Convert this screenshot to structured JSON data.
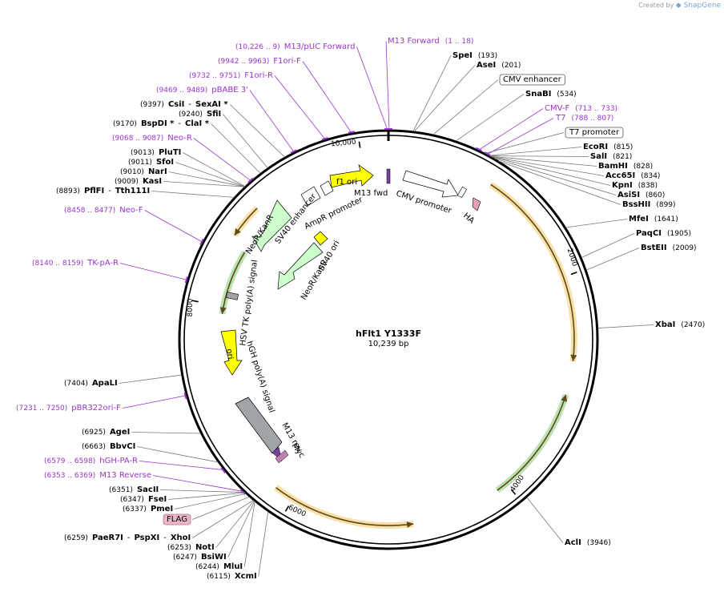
{
  "credit": {
    "prefix": "Created by",
    "brand": "SnapGene"
  },
  "plasmid": {
    "name": "hFlt1 Y1333F",
    "length": "10,239 bp",
    "total_bp": 10239
  },
  "ticks": [
    {
      "bp": 2000,
      "label": "2000"
    },
    {
      "bp": 4000,
      "label": "4000"
    },
    {
      "bp": 6000,
      "label": "6000"
    },
    {
      "bp": 8000,
      "label": "8000"
    },
    {
      "bp": 10000,
      "label": "10,000"
    }
  ],
  "labels": [
    {
      "id": "m13fwd-primer",
      "text": "M13 Forward",
      "coord": "(1 .. 18)",
      "type": "primer"
    },
    {
      "id": "m13puc",
      "text": "M13/pUC Forward",
      "coord": "(10,226 .. 9)",
      "type": "primer"
    },
    {
      "id": "f1ori-f",
      "text": "F1ori-F",
      "coord": "(9942 .. 9963)",
      "type": "primer"
    },
    {
      "id": "f1ori-r",
      "text": "F1ori-R",
      "coord": "(9732 .. 9751)",
      "type": "primer"
    },
    {
      "id": "pbabe3",
      "text": "pBABE 3'",
      "coord": "(9469 .. 9489)",
      "type": "primer"
    },
    {
      "id": "csii",
      "text": "CsiI",
      "text2": "SexAI *",
      "coord": "(9397)",
      "type": "site"
    },
    {
      "id": "sfii",
      "text": "SfiI",
      "coord": "(9240)",
      "type": "site"
    },
    {
      "id": "bspdi",
      "text": "BspDI *",
      "text2": "ClaI *",
      "coord": "(9170)",
      "type": "site"
    },
    {
      "id": "neo-r",
      "text": "Neo-R",
      "coord": "(9068 .. 9087)",
      "type": "primer"
    },
    {
      "id": "pluti",
      "text": "PluTI",
      "coord": "(9013)",
      "type": "site"
    },
    {
      "id": "sfoi",
      "text": "SfoI",
      "coord": "(9011)",
      "type": "site"
    },
    {
      "id": "nari",
      "text": "NarI",
      "coord": "(9010)",
      "type": "site"
    },
    {
      "id": "kasi",
      "text": "KasI",
      "coord": "(9009)",
      "type": "site"
    },
    {
      "id": "pflfi",
      "text": "PflFI",
      "text2": "Tth111I",
      "coord": "(8893)",
      "type": "site"
    },
    {
      "id": "neo-f",
      "text": "Neo-F",
      "coord": "(8458 .. 8477)",
      "type": "primer"
    },
    {
      "id": "tkpa",
      "text": "TK-pA-R",
      "coord": "(8140 .. 8159)",
      "type": "primer"
    },
    {
      "id": "apali",
      "text": "ApaLI",
      "coord": "(7404)",
      "type": "site"
    },
    {
      "id": "pbr322",
      "text": "pBR322ori-F",
      "coord": "(7231 .. 7250)",
      "type": "primer"
    },
    {
      "id": "agei",
      "text": "AgeI",
      "coord": "(6925)",
      "type": "site"
    },
    {
      "id": "bbvci",
      "text": "BbvCI",
      "coord": "(6663)",
      "type": "site"
    },
    {
      "id": "hghpa",
      "text": "hGH-PA-R",
      "coord": "(6579 .. 6598)",
      "type": "primer"
    },
    {
      "id": "m13rev",
      "text": "M13 Reverse",
      "coord": "(6353 .. 6369)",
      "type": "primer"
    },
    {
      "id": "sacii",
      "text": "SacII",
      "coord": "(6351)",
      "type": "site"
    },
    {
      "id": "fsei",
      "text": "FseI",
      "coord": "(6347)",
      "type": "site"
    },
    {
      "id": "pmei",
      "text": "PmeI",
      "coord": "(6337)",
      "type": "site"
    },
    {
      "id": "flag",
      "text": "FLAG",
      "type": "feature-box"
    },
    {
      "id": "paer7i",
      "text": "PaeR7I",
      "text2": "PspXI",
      "text3": "XhoI",
      "coord": "(6259)",
      "type": "site"
    },
    {
      "id": "noti",
      "text": "NotI",
      "coord": "(6253)",
      "type": "site"
    },
    {
      "id": "bsiwi",
      "text": "BsiWI",
      "coord": "(6247)",
      "type": "site"
    },
    {
      "id": "mlui",
      "text": "MluI",
      "coord": "(6244)",
      "type": "site"
    },
    {
      "id": "xcmi",
      "text": "XcmI",
      "coord": "(6115)",
      "type": "site"
    },
    {
      "id": "spei",
      "text": "SpeI",
      "coord": "(193)",
      "type": "site"
    },
    {
      "id": "asei",
      "text": "AseI",
      "coord": "(201)",
      "type": "site"
    },
    {
      "id": "cmvenh",
      "text": "CMV enhancer",
      "type": "feature-box"
    },
    {
      "id": "snabi",
      "text": "SnaBI",
      "coord": "(534)",
      "type": "site"
    },
    {
      "id": "cmvf",
      "text": "CMV-F",
      "coord": "(713 .. 733)",
      "type": "primer"
    },
    {
      "id": "t7",
      "text": "T7",
      "coord": "(788 .. 807)",
      "type": "primer"
    },
    {
      "id": "t7prom",
      "text": "T7 promoter",
      "type": "feature-box"
    },
    {
      "id": "ecori",
      "text": "EcoRI",
      "coord": "(815)",
      "type": "site"
    },
    {
      "id": "sali",
      "text": "SalI",
      "coord": "(821)",
      "type": "site"
    },
    {
      "id": "bamhi",
      "text": "BamHI",
      "coord": "(828)",
      "type": "site"
    },
    {
      "id": "acc65i",
      "text": "Acc65I",
      "coord": "(834)",
      "type": "site"
    },
    {
      "id": "kpni",
      "text": "KpnI",
      "coord": "(838)",
      "type": "site"
    },
    {
      "id": "asisi",
      "text": "AsiSI",
      "coord": "(860)",
      "type": "site"
    },
    {
      "id": "bsshii",
      "text": "BssHII",
      "coord": "(899)",
      "type": "site"
    },
    {
      "id": "mfei",
      "text": "MfeI",
      "coord": "(1641)",
      "type": "site"
    },
    {
      "id": "paqci",
      "text": "PaqCI",
      "coord": "(1905)",
      "type": "site"
    },
    {
      "id": "bsteii",
      "text": "BstEII",
      "coord": "(2009)",
      "type": "site"
    },
    {
      "id": "xbai",
      "text": "XbaI",
      "coord": "(2470)",
      "type": "site"
    },
    {
      "id": "acli",
      "text": "AclI",
      "coord": "(3946)",
      "type": "site"
    }
  ],
  "features": {
    "f1ori": "f1 ori",
    "m13fwd": "M13 fwd",
    "cmvprom": "CMV promoter",
    "ampr": "AmpR promoter",
    "sv40enh": "SV40 enhancer",
    "neokan1": "NeoR/KanR",
    "sv40ori": "SV40 ori",
    "neokan2": "NeoR/KanR",
    "hsvtk": "HSV TK poly(A) signal",
    "ori": "ori",
    "hgh": "hGH poly(A) signal",
    "m13rev": "M13 rev",
    "myc": "Myc",
    "ha": "HA"
  },
  "colors": {
    "site": "#000000",
    "primer": "#9933cc",
    "orf_orange": "#f0a500",
    "orf_green": "#44aa22",
    "yellow": "#ffff00",
    "pale_green": "#ccffcc",
    "grey": "#a0a4a8"
  }
}
